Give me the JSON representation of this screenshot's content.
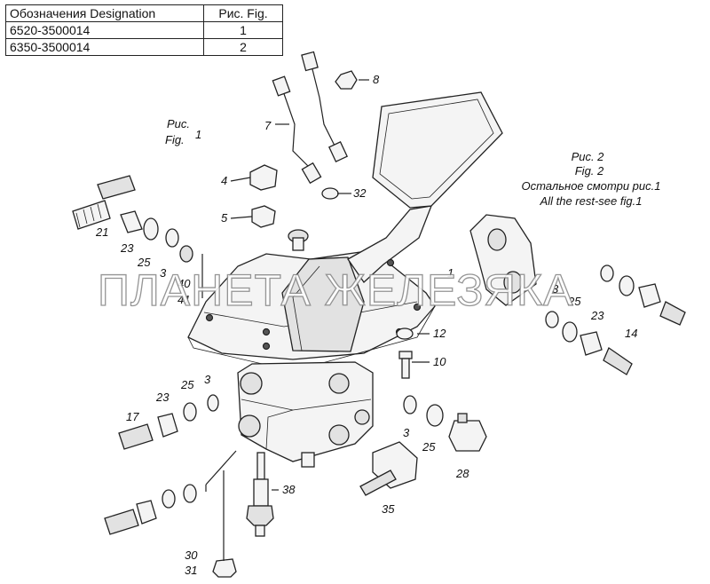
{
  "table": {
    "header": {
      "designation": "Обозначения Designation",
      "fig": "Рис. Fig."
    },
    "rows": [
      {
        "designation": "6520-3500014",
        "fig": "1"
      },
      {
        "designation": "6350-3500014",
        "fig": "2"
      }
    ]
  },
  "fig1_label": {
    "ru": "Рис.",
    "en": "Fig.",
    "num": "1"
  },
  "fig2_note": {
    "line1": "Рис. 2",
    "line2": "Fig. 2",
    "line3": "Остальное смотри рис.1",
    "line4": "All the rest-see fig.1"
  },
  "watermark": "ПЛАНЕТА ЖЕЛЕЗЯКА",
  "callouts": {
    "c1": "1",
    "c3a": "3",
    "c3b": "3",
    "c3c": "3",
    "c3d": "3",
    "c4": "4",
    "c5": "5",
    "c7": "7",
    "c8": "8",
    "c10": "10",
    "c12": "12",
    "c14": "14",
    "c17": "17",
    "c21": "21",
    "c23a": "23",
    "c23b": "23",
    "c23c": "23",
    "c25a": "25",
    "c25b": "25",
    "c25c": "25",
    "c25d": "25",
    "c28": "28",
    "c30": "30",
    "c31": "31",
    "c32": "32",
    "c35": "35",
    "c38": "38",
    "c40": "40",
    "c41": "41"
  }
}
